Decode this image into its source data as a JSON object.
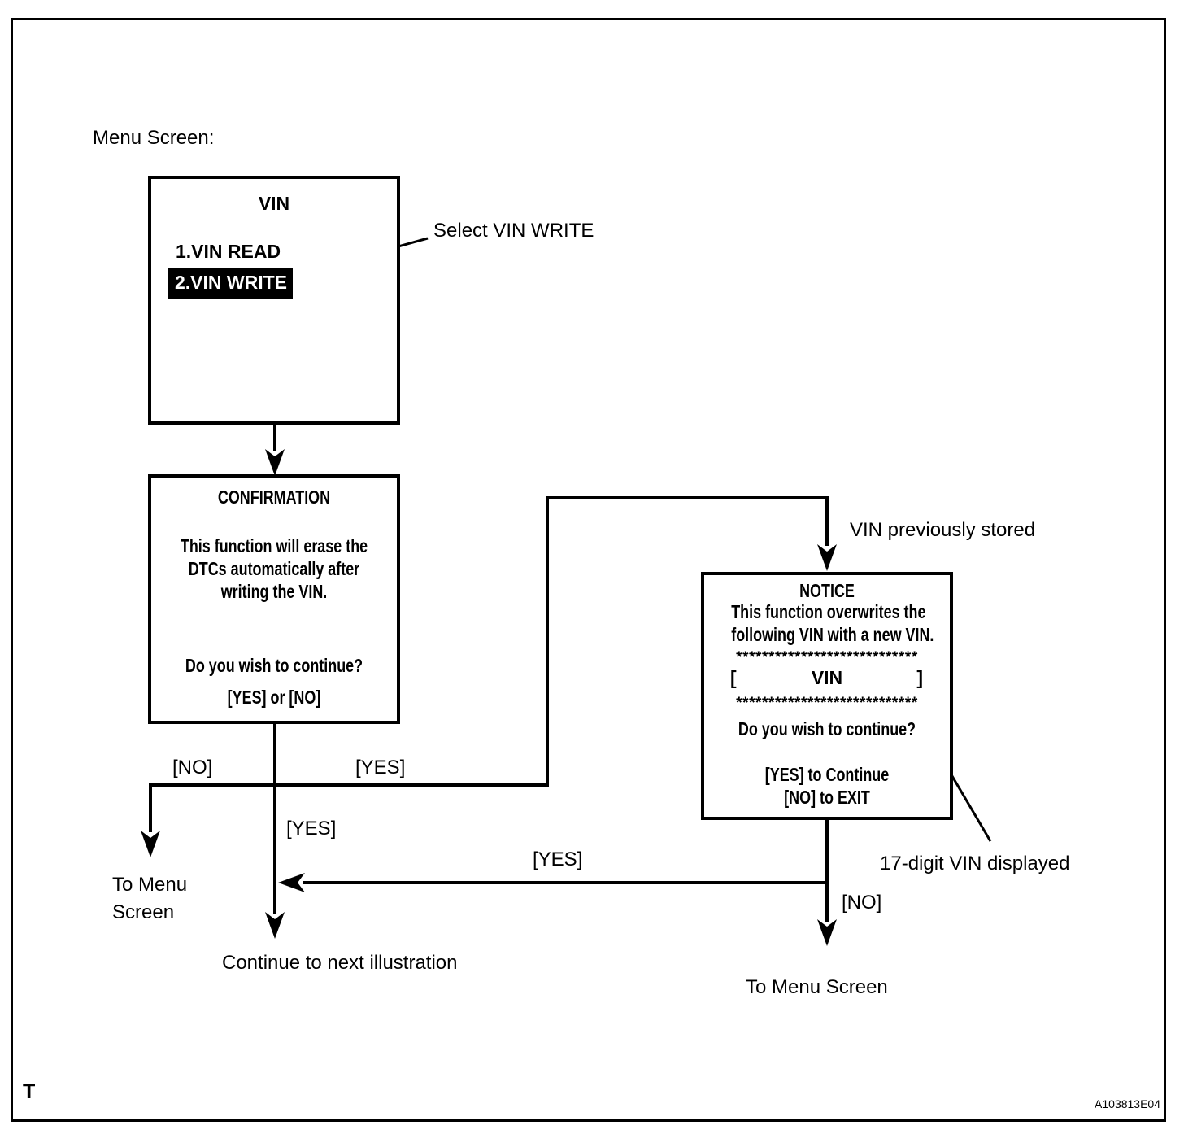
{
  "page": {
    "menu_screen_label": "Menu Screen:",
    "corner_mark": "T",
    "figure_id": "A103813E04"
  },
  "vin_menu": {
    "title": "VIN",
    "item1": "1.VIN READ",
    "item2": "2.VIN WRITE"
  },
  "callouts": {
    "select_vin_write": "Select VIN WRITE",
    "vin_previously_stored": "VIN previously stored",
    "seventeen_digit_vin": "17-digit VIN displayed"
  },
  "confirmation": {
    "title": "CONFIRMATION",
    "body_line1": "This function will erase the",
    "body_line2": "DTCs automatically after",
    "body_line3": "writing the VIN.",
    "question": "Do you wish to continue?",
    "options": "[YES] or [NO]"
  },
  "notice": {
    "title": "NOTICE",
    "body_line1": "This function overwrites the",
    "body_line2": "following VIN with a new VIN.",
    "stars": "****************************",
    "bracket_open": "[",
    "vin_label": "VIN",
    "bracket_close": "]",
    "question": "Do you wish to continue?",
    "option_yes": "[YES] to Continue",
    "option_no": "[NO] to EXIT"
  },
  "branches": {
    "no_left": "[NO]",
    "yes_top": "[YES]",
    "yes_mid": "[YES]",
    "yes_return": "[YES]",
    "no_right": "[NO]",
    "to_menu_left_line1": "To Menu",
    "to_menu_left_line2": "Screen",
    "continue_next": "Continue to next illustration",
    "to_menu_right": "To Menu Screen"
  }
}
